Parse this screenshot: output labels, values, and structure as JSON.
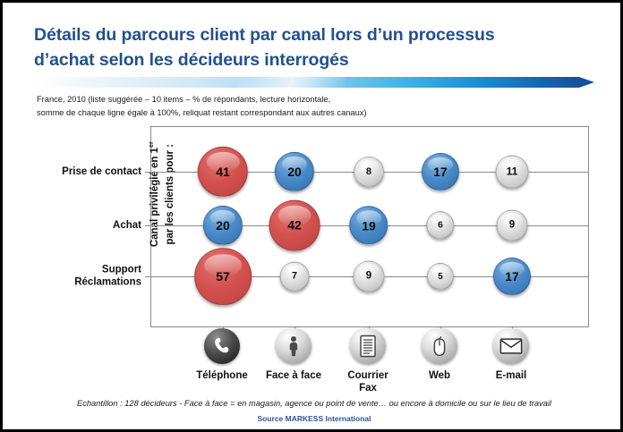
{
  "header": {
    "title_line1": "Détails du parcours client par canal lors d’un processus",
    "title_line2": "d’achat selon les décideurs interrogés",
    "title_color": "#22508f",
    "subtitle_line1": "France, 2010 (liste suggérée – 10 items – % de répondants, lecture horizontale,",
    "subtitle_line2": "somme de chaque ligne égale à 100%, reliquat restant correspondant aux autres canaux)"
  },
  "axis": {
    "y_label_line1": "Canal privilégié en 1",
    "y_label_sup": "er",
    "y_label_line2": "par les clients pour :"
  },
  "channels": [
    {
      "label": "Téléphone",
      "icon": "telephone-icon",
      "icon_style": "dark"
    },
    {
      "label": "Face à face",
      "icon": "person-icon",
      "icon_style": "light"
    },
    {
      "label": "Courrier\nFax",
      "icon": "document-icon",
      "icon_style": "light"
    },
    {
      "label": "Web",
      "icon": "mouse-icon",
      "icon_style": "light"
    },
    {
      "label": "E-mail",
      "icon": "envelope-icon",
      "icon_style": "light"
    }
  ],
  "footer": {
    "note": "Echantillon : 128 décideurs - Face à face = en magasin, agence ou point de vente… ou encore à domicile ou sur le lieu de travail",
    "source": "Source MARKESS International"
  },
  "colors": {
    "red": "#d3514f",
    "blue": "#4a8ac9",
    "grey": "#dedede",
    "grid": "#8a8a8a",
    "title": "#22508f",
    "source": "#2b5596"
  },
  "chart_data": {
    "type": "bubble",
    "title": "Détails du parcours client par canal lors d’un processus d’achat selon les décideurs interrogés",
    "subtitle": "France, 2010 (liste suggérée – 10 items – % de répondants, lecture horizontale, somme de chaque ligne égale à 100%, reliquat restant correspondant aux autres canaux)",
    "xlabel": "",
    "ylabel": "Canal privilégié en 1er par les clients pour :",
    "unit": "%",
    "categories": [
      "Téléphone",
      "Face à face",
      "Courrier Fax",
      "Web",
      "E-mail"
    ],
    "rows": [
      "Prise de contact",
      "Achat",
      "Support\nRéclamations"
    ],
    "grid": true,
    "legend": "none",
    "points": [
      {
        "row": "Prise de contact",
        "row_index": 0,
        "category": "Téléphone",
        "col_index": 0,
        "value": 41,
        "color": "red"
      },
      {
        "row": "Prise de contact",
        "row_index": 0,
        "category": "Face à face",
        "col_index": 1,
        "value": 20,
        "color": "blue"
      },
      {
        "row": "Prise de contact",
        "row_index": 0,
        "category": "Courrier Fax",
        "col_index": 2,
        "value": 8,
        "color": "grey"
      },
      {
        "row": "Prise de contact",
        "row_index": 0,
        "category": "Web",
        "col_index": 3,
        "value": 17,
        "color": "blue"
      },
      {
        "row": "Prise de contact",
        "row_index": 0,
        "category": "E-mail",
        "col_index": 4,
        "value": 11,
        "color": "grey"
      },
      {
        "row": "Achat",
        "row_index": 1,
        "category": "Téléphone",
        "col_index": 0,
        "value": 20,
        "color": "blue"
      },
      {
        "row": "Achat",
        "row_index": 1,
        "category": "Face à face",
        "col_index": 1,
        "value": 42,
        "color": "red"
      },
      {
        "row": "Achat",
        "row_index": 1,
        "category": "Courrier Fax",
        "col_index": 2,
        "value": 19,
        "color": "blue"
      },
      {
        "row": "Achat",
        "row_index": 1,
        "category": "Web",
        "col_index": 3,
        "value": 6,
        "color": "grey"
      },
      {
        "row": "Achat",
        "row_index": 1,
        "category": "E-mail",
        "col_index": 4,
        "value": 9,
        "color": "grey"
      },
      {
        "row": "Support Réclamations",
        "row_index": 2,
        "category": "Téléphone",
        "col_index": 0,
        "value": 57,
        "color": "red"
      },
      {
        "row": "Support Réclamations",
        "row_index": 2,
        "category": "Face à face",
        "col_index": 1,
        "value": 7,
        "color": "grey"
      },
      {
        "row": "Support Réclamations",
        "row_index": 2,
        "category": "Courrier Fax",
        "col_index": 2,
        "value": 9,
        "color": "grey"
      },
      {
        "row": "Support Réclamations",
        "row_index": 2,
        "category": "Web",
        "col_index": 3,
        "value": 5,
        "color": "grey"
      },
      {
        "row": "Support Réclamations",
        "row_index": 2,
        "category": "E-mail",
        "col_index": 4,
        "value": 17,
        "color": "blue"
      }
    ]
  }
}
